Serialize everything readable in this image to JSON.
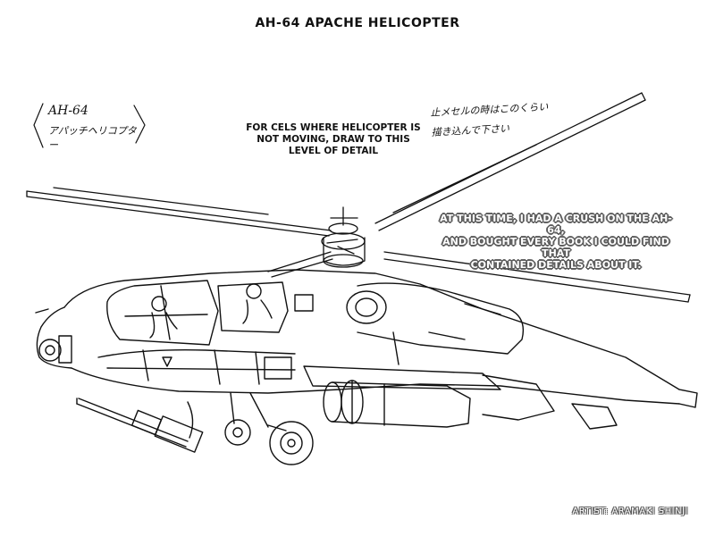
{
  "title": "AH-64 APACHE HELICOPTER",
  "handwritten_label": {
    "line1": "AH-64",
    "line2": "アパッチヘリコプター"
  },
  "detail_note": "FOR CELS WHERE HELICOPTER IS NOT MOVING, DRAW TO THIS LEVEL OF DETAIL",
  "japanese_note": {
    "line1": "止メセルの時はこのくらい",
    "line2": "描き込んで下さい"
  },
  "callout": {
    "line1": "AT THIS TIME, I HAD A CRUSH ON THE AH-64,",
    "line2": "AND BOUGHT EVERY BOOK I COULD FIND THAT",
    "line3": "CONTAINED DETAILS ABOUT IT."
  },
  "credit": "ARTIST: ARAMAKI SHINJI"
}
